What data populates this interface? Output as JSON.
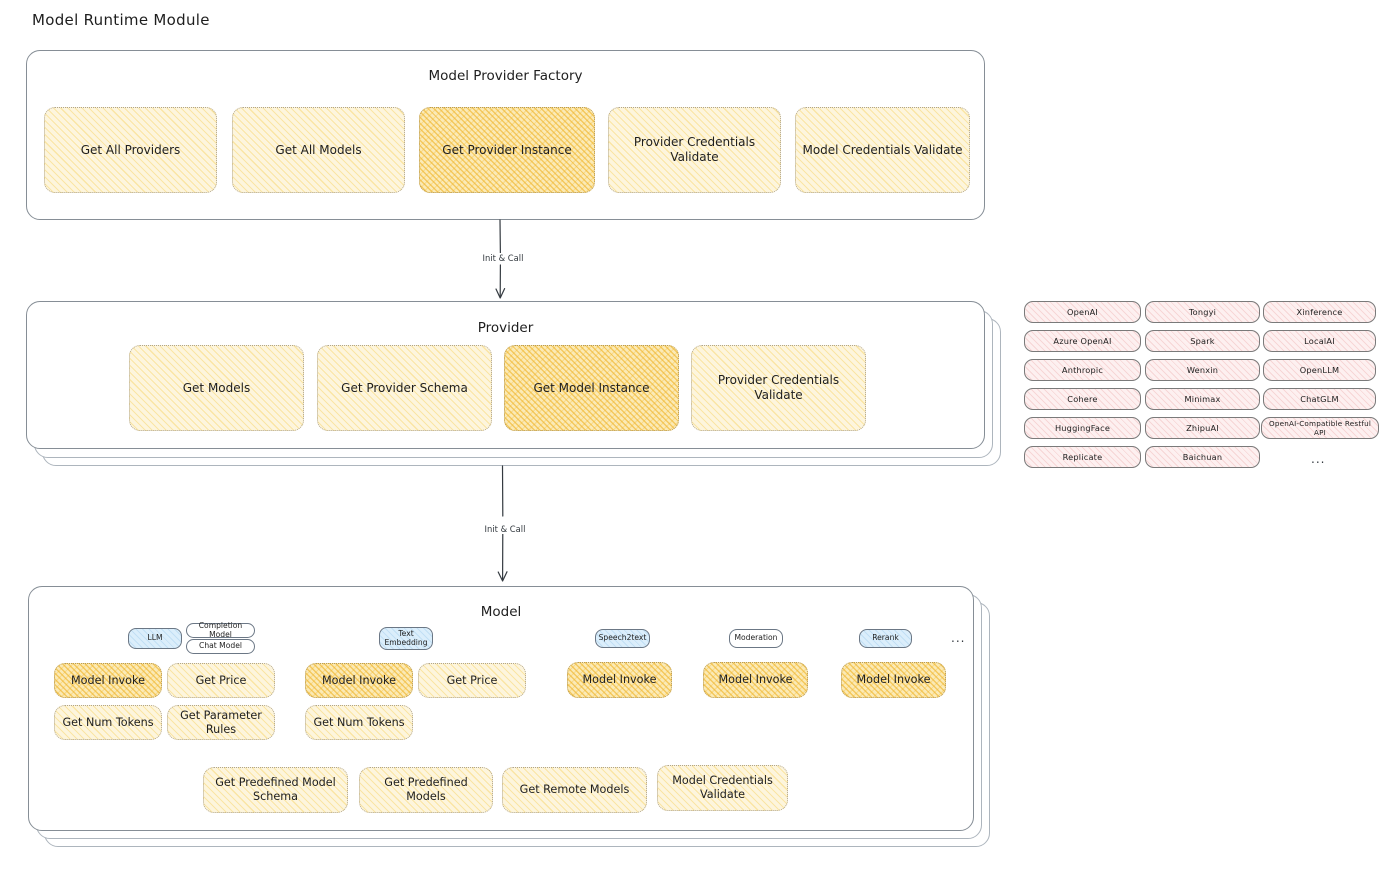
{
  "diagram": {
    "title": "Model Runtime Module",
    "type": "architecture-flow"
  },
  "colors": {
    "accent_yellow": "#fdf5dd",
    "accent_yellow_strong": "#fbeab6",
    "accent_pink": "#fdf0f0",
    "accent_blue": "#dbeefb",
    "stroke": "#868e96",
    "text": "#1e1e1e"
  },
  "factory": {
    "title": "Model Provider Factory",
    "methods": [
      {
        "label": "Get All Providers",
        "highlighted": false
      },
      {
        "label": "Get All Models",
        "highlighted": false
      },
      {
        "label": "Get Provider Instance",
        "highlighted": true
      },
      {
        "label": "Provider Credentials Validate",
        "highlighted": false
      },
      {
        "label": "Model Credentials Validate",
        "highlighted": false
      }
    ]
  },
  "connector_1": {
    "label": "Init & Call"
  },
  "provider": {
    "title": "Provider",
    "methods": [
      {
        "label": "Get Models",
        "highlighted": false
      },
      {
        "label": "Get Provider Schema",
        "highlighted": false
      },
      {
        "label": "Get Model Instance",
        "highlighted": true
      },
      {
        "label": "Provider Credentials Validate",
        "highlighted": false
      }
    ]
  },
  "provider_list": {
    "columns": [
      [
        "OpenAI",
        "Azure OpenAI",
        "Anthropic",
        "Cohere",
        "HuggingFace",
        "Replicate"
      ],
      [
        "Tongyi",
        "Spark",
        "Wenxin",
        "Minimax",
        "ZhipuAI",
        "Baichuan"
      ],
      [
        "Xinference",
        "LocalAI",
        "OpenLLM",
        "ChatGLM",
        "OpenAI-Compatible Restful API"
      ]
    ],
    "more": "..."
  },
  "connector_2": {
    "label": "Init & Call"
  },
  "model": {
    "title": "Model",
    "more": "...",
    "groups": [
      {
        "tags": [
          {
            "label": "LLM",
            "style": "blue"
          },
          {
            "label": "Completion Model",
            "style": "white"
          },
          {
            "label": "Chat Model",
            "style": "white"
          }
        ],
        "methods": [
          {
            "label": "Model Invoke",
            "highlighted": true
          },
          {
            "label": "Get Price",
            "highlighted": false
          },
          {
            "label": "Get Num Tokens",
            "highlighted": false
          },
          {
            "label": "Get Parameter Rules",
            "highlighted": false
          }
        ]
      },
      {
        "tags": [
          {
            "label": "Text Embedding",
            "style": "blue"
          }
        ],
        "methods": [
          {
            "label": "Model Invoke",
            "highlighted": true
          },
          {
            "label": "Get Price",
            "highlighted": false
          },
          {
            "label": "Get Num Tokens",
            "highlighted": false
          }
        ]
      },
      {
        "tags": [
          {
            "label": "Speech2text",
            "style": "blue"
          }
        ],
        "methods": [
          {
            "label": "Model Invoke",
            "highlighted": true
          }
        ]
      },
      {
        "tags": [
          {
            "label": "Moderation",
            "style": "white"
          }
        ],
        "methods": [
          {
            "label": "Model Invoke",
            "highlighted": true
          }
        ]
      },
      {
        "tags": [
          {
            "label": "Rerank",
            "style": "blue"
          }
        ],
        "methods": [
          {
            "label": "Model Invoke",
            "highlighted": true
          }
        ]
      }
    ],
    "shared_methods": [
      {
        "label": "Get Predefined Model Schema"
      },
      {
        "label": "Get Predefined Models"
      },
      {
        "label": "Get Remote Models"
      },
      {
        "label": "Model Credentials Validate"
      }
    ]
  }
}
